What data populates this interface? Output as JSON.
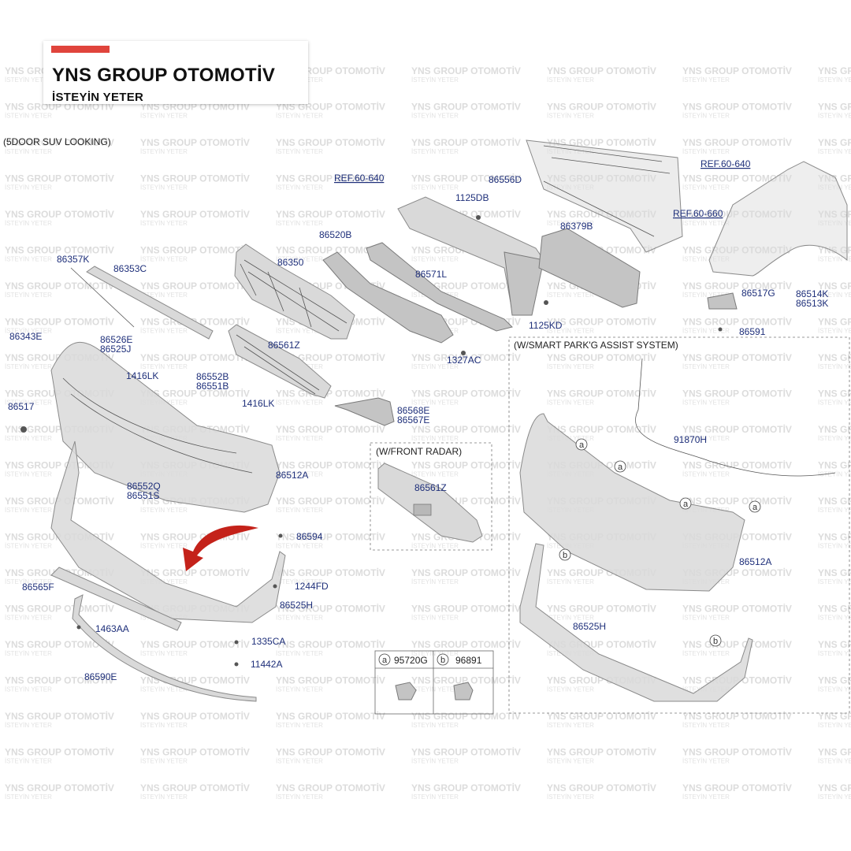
{
  "brand": {
    "title": "YNS GROUP OTOMOTİV",
    "tagline": "İSTEYİN YETER",
    "accent_color": "#e0443c"
  },
  "watermark": {
    "line1": "YNS GROUP OTOMOTİV",
    "line2": "İSTEYİN YETER"
  },
  "notes": {
    "vehicle": "(5DOOR SUV LOOKING)",
    "front_radar": "(W/FRONT RADAR)",
    "smart_park": "(W/SMART PARK'G ASSIST SYSTEM)"
  },
  "refs": [
    "REF.60-640",
    "REF.60-640",
    "REF.60-660"
  ],
  "labels": [
    "86357K",
    "86353C",
    "86350",
    "86520B",
    "86571L",
    "1125DB",
    "86556D",
    "86379B",
    "86343E",
    "86526E",
    "86525J",
    "1416LK",
    "86561Z",
    "1327AC",
    "1125KD",
    "86517G",
    "86514K",
    "86513K",
    "86591",
    "86517",
    "86552B",
    "86551B",
    "1416LK",
    "86568E",
    "86567E",
    "86512A",
    "86552Q",
    "86551S",
    "86561Z",
    "86594",
    "86565F",
    "1244FD",
    "86525H",
    "1463AA",
    "1335CA",
    "11442A",
    "86590E",
    "91870H",
    "86512A",
    "86525H"
  ],
  "legend": {
    "a_letter": "a",
    "a_part": "95720G",
    "b_letter": "b",
    "b_part": "96891"
  },
  "callout_letters": [
    "a",
    "a",
    "a",
    "a",
    "b",
    "b"
  ]
}
